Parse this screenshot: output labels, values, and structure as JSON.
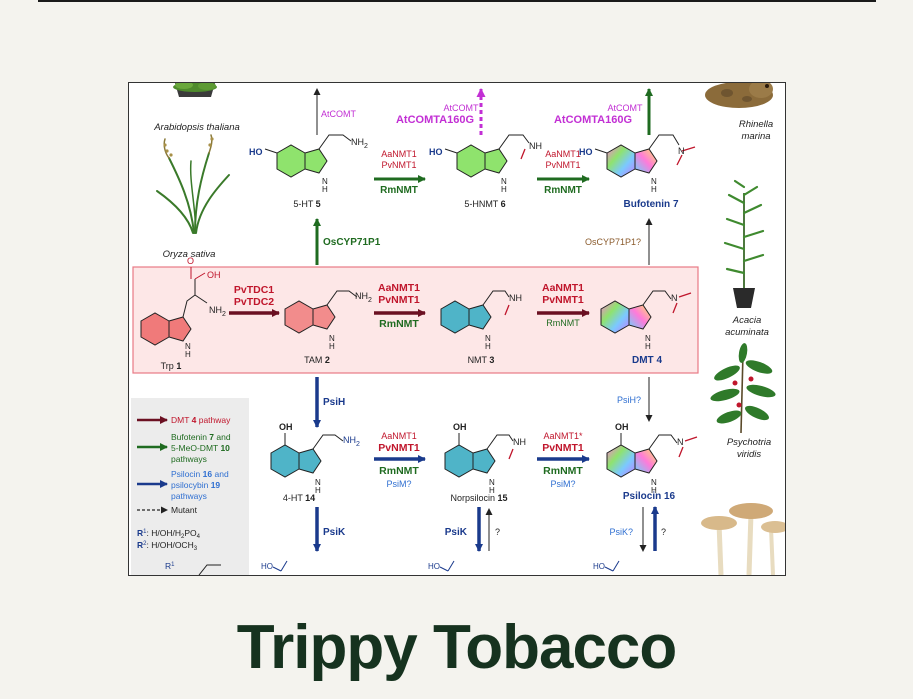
{
  "page": {
    "title": "Trippy Tobacco"
  },
  "colors": {
    "dmt": "#6b1022",
    "dmt_light": "#c0162c",
    "bufotenin": "#1f6b20",
    "psilocin": "#1a3a8c",
    "psilocin_light": "#2f6fd1",
    "comt": "#c22fd4",
    "indole": "#4fb4c8",
    "tam": "#f28c8c",
    "trp": "#f07a7a",
    "highlight_bg": "#fde7e7",
    "highlight_border": "#e87a86",
    "legend_bg": "#ececec",
    "cyp": "#8a5a2b"
  },
  "organisms": {
    "arabidopsis": "Arabidopsis thaliana",
    "oryza": "Oryza sativa",
    "rhinella_1": "Rhinella",
    "rhinella_2": "marina",
    "acacia_1": "Acacia",
    "acacia_2": "acuminata",
    "psychotria_1": "Psychotria",
    "psychotria_2": "viridis"
  },
  "compounds": {
    "ht5": {
      "name": "5-HT",
      "num": "5"
    },
    "hnmt": {
      "name": "5-HNMT",
      "num": "6"
    },
    "bufotenin": {
      "name": "Bufotenin",
      "num": "7"
    },
    "trp": {
      "name": "Trp",
      "num": "1"
    },
    "tam": {
      "name": "TAM",
      "num": "2"
    },
    "nmt": {
      "name": "NMT",
      "num": "3"
    },
    "dmt": {
      "name": "DMT",
      "num": "4"
    },
    "ht4": {
      "name": "4-HT",
      "num": "14"
    },
    "norpsilocin": {
      "name": "Norpsilocin",
      "num": "15"
    },
    "psilocin": {
      "name": "Psilocin",
      "num": "16"
    }
  },
  "atoms": {
    "ho": "HO",
    "oh": "OH",
    "o": "O",
    "nh2": "NH",
    "sub2": "2",
    "nh": "NH",
    "n": "N",
    "h": "H",
    "r1": "R",
    "sup1": "1"
  },
  "enzymes": {
    "atcomt": "AtCOMT",
    "atcomta160g": "AtCOMTA160G",
    "aanmt1": "AaNMT1",
    "aanmt1_star": "AaNMT1*",
    "pvnmt1": "PvNMT1",
    "rmnmt": "RmNMT",
    "oscyp": "OsCYP71P1",
    "oscyp_q": "OsCYP71P1?",
    "pvtdc1": "PvTDC1",
    "pvtdc2": "PvTDC2",
    "psih": "PsiH",
    "psih_q": "PsiH?",
    "psim_q": "PsiM?",
    "psik": "PsiK",
    "psik_q": "PsiK?",
    "q": "?"
  },
  "legend": {
    "dmt_a": "DMT ",
    "dmt_b": "4",
    "dmt_c": " pathway",
    "buf_l1a": "Bufotenin ",
    "buf_l1b": "7",
    "buf_l1c": " and",
    "buf_l2a": "5-MeO-DMT ",
    "buf_l2b": "10",
    "buf_l3": "pathways",
    "psi_l1a": "Psilocin ",
    "psi_l1b": "16",
    "psi_l1c": " and",
    "psi_l2a": "psilocybin ",
    "psi_l2b": "19",
    "psi_l3": "pathways",
    "mutant": "Mutant",
    "r1_a": "R",
    "r1_b": "1",
    "r1_c": ": H/OH/H",
    "r1_d": "2",
    "r1_e": "PO",
    "r1_f": "4",
    "r2_a": "R",
    "r2_b": "2",
    "r2_c": ": H/OH/OCH",
    "r2_d": "3"
  }
}
